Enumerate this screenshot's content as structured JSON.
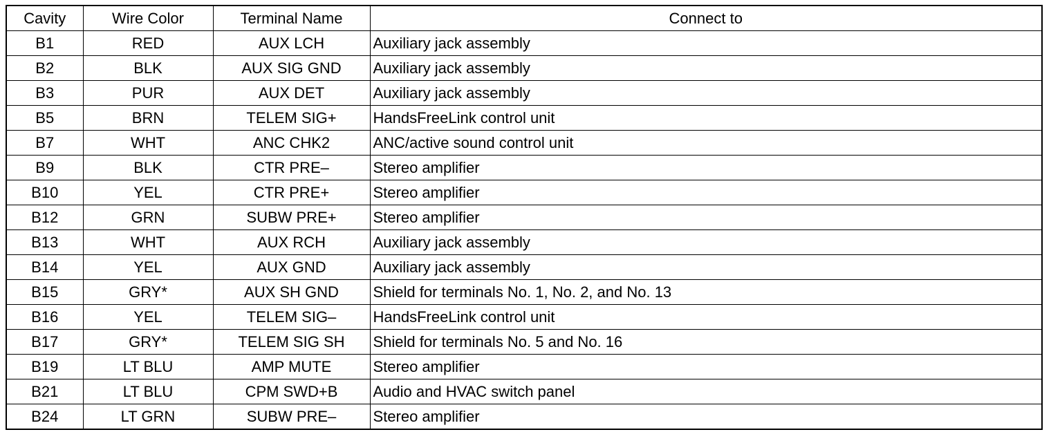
{
  "table": {
    "headers": [
      "Cavity",
      "Wire Color",
      "Terminal Name",
      "Connect to"
    ],
    "rows": [
      [
        "B1",
        "RED",
        "AUX LCH",
        "Auxiliary jack assembly"
      ],
      [
        "B2",
        "BLK",
        "AUX SIG GND",
        "Auxiliary jack assembly"
      ],
      [
        "B3",
        "PUR",
        "AUX DET",
        "Auxiliary jack assembly"
      ],
      [
        "B5",
        "BRN",
        "TELEM SIG+",
        "HandsFreeLink control unit"
      ],
      [
        "B7",
        "WHT",
        "ANC CHK2",
        "ANC/active sound control unit"
      ],
      [
        "B9",
        "BLK",
        "CTR PRE–",
        "Stereo amplifier"
      ],
      [
        "B10",
        "YEL",
        "CTR PRE+",
        "Stereo amplifier"
      ],
      [
        "B12",
        "GRN",
        "SUBW PRE+",
        "Stereo amplifier"
      ],
      [
        "B13",
        "WHT",
        "AUX RCH",
        "Auxiliary jack assembly"
      ],
      [
        "B14",
        "YEL",
        "AUX GND",
        "Auxiliary jack assembly"
      ],
      [
        "B15",
        "GRY*",
        "AUX SH GND",
        "Shield for terminals No. 1, No. 2, and No. 13"
      ],
      [
        "B16",
        "YEL",
        "TELEM SIG–",
        "HandsFreeLink control unit"
      ],
      [
        "B17",
        "GRY*",
        "TELEM SIG SH",
        "Shield for terminals No. 5 and No. 16"
      ],
      [
        "B19",
        "LT BLU",
        "AMP MUTE",
        "Stereo amplifier"
      ],
      [
        "B21",
        "LT BLU",
        "CPM SWD+B",
        "Audio and HVAC switch panel"
      ],
      [
        "B24",
        "LT GRN",
        "SUBW PRE–",
        "Stereo amplifier"
      ]
    ]
  }
}
